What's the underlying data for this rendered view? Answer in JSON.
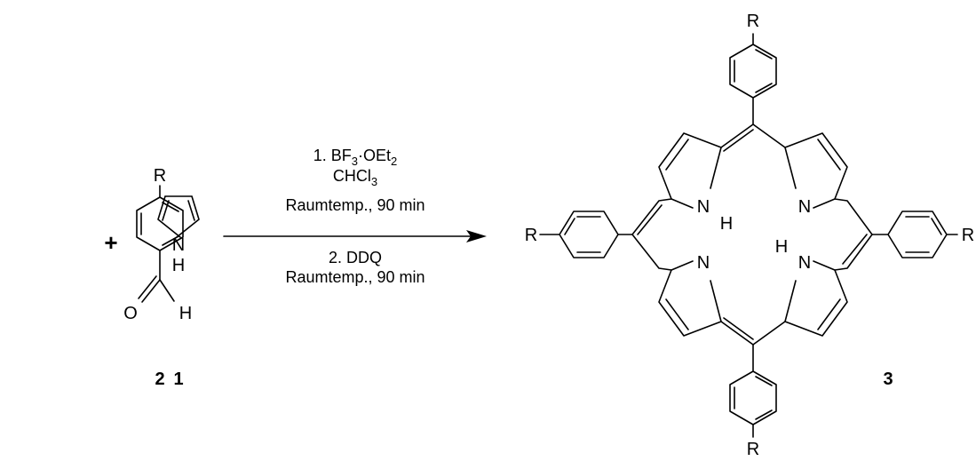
{
  "compounds": {
    "pyrrole": {
      "atom_n": "N",
      "atom_h": "H",
      "number": "1"
    },
    "benzaldehyde": {
      "substituent": "R",
      "atom_o": "O",
      "atom_h": "H",
      "number": "2"
    },
    "porphyrin": {
      "substituent": "R",
      "atom_n": "N",
      "atom_h": "H",
      "number": "3"
    }
  },
  "operators": {
    "plus": "+"
  },
  "conditions": {
    "step1_prefix": "1. BF",
    "step1_sub1": "3",
    "step1_dot": "·",
    "step1_mid": "OEt",
    "step1_sub2": "2",
    "solvent_main": "CHCl",
    "solvent_sub": "3",
    "step1_conditions": "Raumtemp., 90 min",
    "step2_reagent": "2. DDQ",
    "step2_conditions": "Raumtemp., 90 min"
  },
  "colors": {
    "ink": "#000000",
    "background": "#ffffff"
  }
}
